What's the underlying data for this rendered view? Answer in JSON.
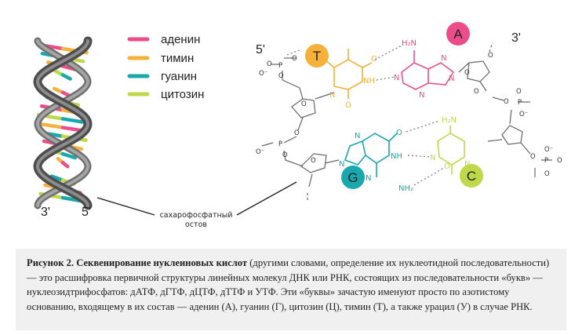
{
  "legend": {
    "items": [
      {
        "label": "аденин",
        "color": "#ec4d8a"
      },
      {
        "label": "тимин",
        "color": "#f6b13a"
      },
      {
        "label": "гуанин",
        "color": "#19a8ae"
      },
      {
        "label": "цитозин",
        "color": "#bfd84a"
      }
    ]
  },
  "helix": {
    "end_3": "3'",
    "end_5": "5'"
  },
  "backbone_label": {
    "line1": "сахарофосфатный",
    "line2": "остов"
  },
  "molecule": {
    "strand_left_label": "5'",
    "strand_right_label": "3'",
    "bases": {
      "T": "T",
      "A": "A",
      "G": "G",
      "C": "C"
    },
    "groups": {
      "h2n_a": "H₂N",
      "nh_t": "NH",
      "n_t": "N",
      "o": "O",
      "h2n_c": "H₂N",
      "nh_g": "NH",
      "nh2_g": "NH₂",
      "p": "P",
      "n": "N",
      "o_minus": "O⁻"
    }
  },
  "colors": {
    "adenine": "#ec4d8a",
    "thymine": "#f6b13a",
    "guanine": "#19a8ae",
    "cytosine": "#bfd84a",
    "backbone": "#555555",
    "caption_bg": "#f0f0f0"
  },
  "caption": {
    "title": "Рисунок 2. Секвенирование нуклеиновых кислот",
    "body": " (другими словами, определение их нуклеотидной последовательности) — это расшифровка первичной структуры линейных молекул ДНК или РНК, состоящих из последовательности «букв» — нуклеозидтрифосфатов: дАТФ, дГТФ, дЦТФ, дТТФ и УТФ. Эти «буквы» зачастую именуют просто по азотистому основанию, входящему в их состав — аденин (А), гуанин (Г), цитозин (Ц), тимин (Т), а также урацил (У) в случае РНК."
  }
}
